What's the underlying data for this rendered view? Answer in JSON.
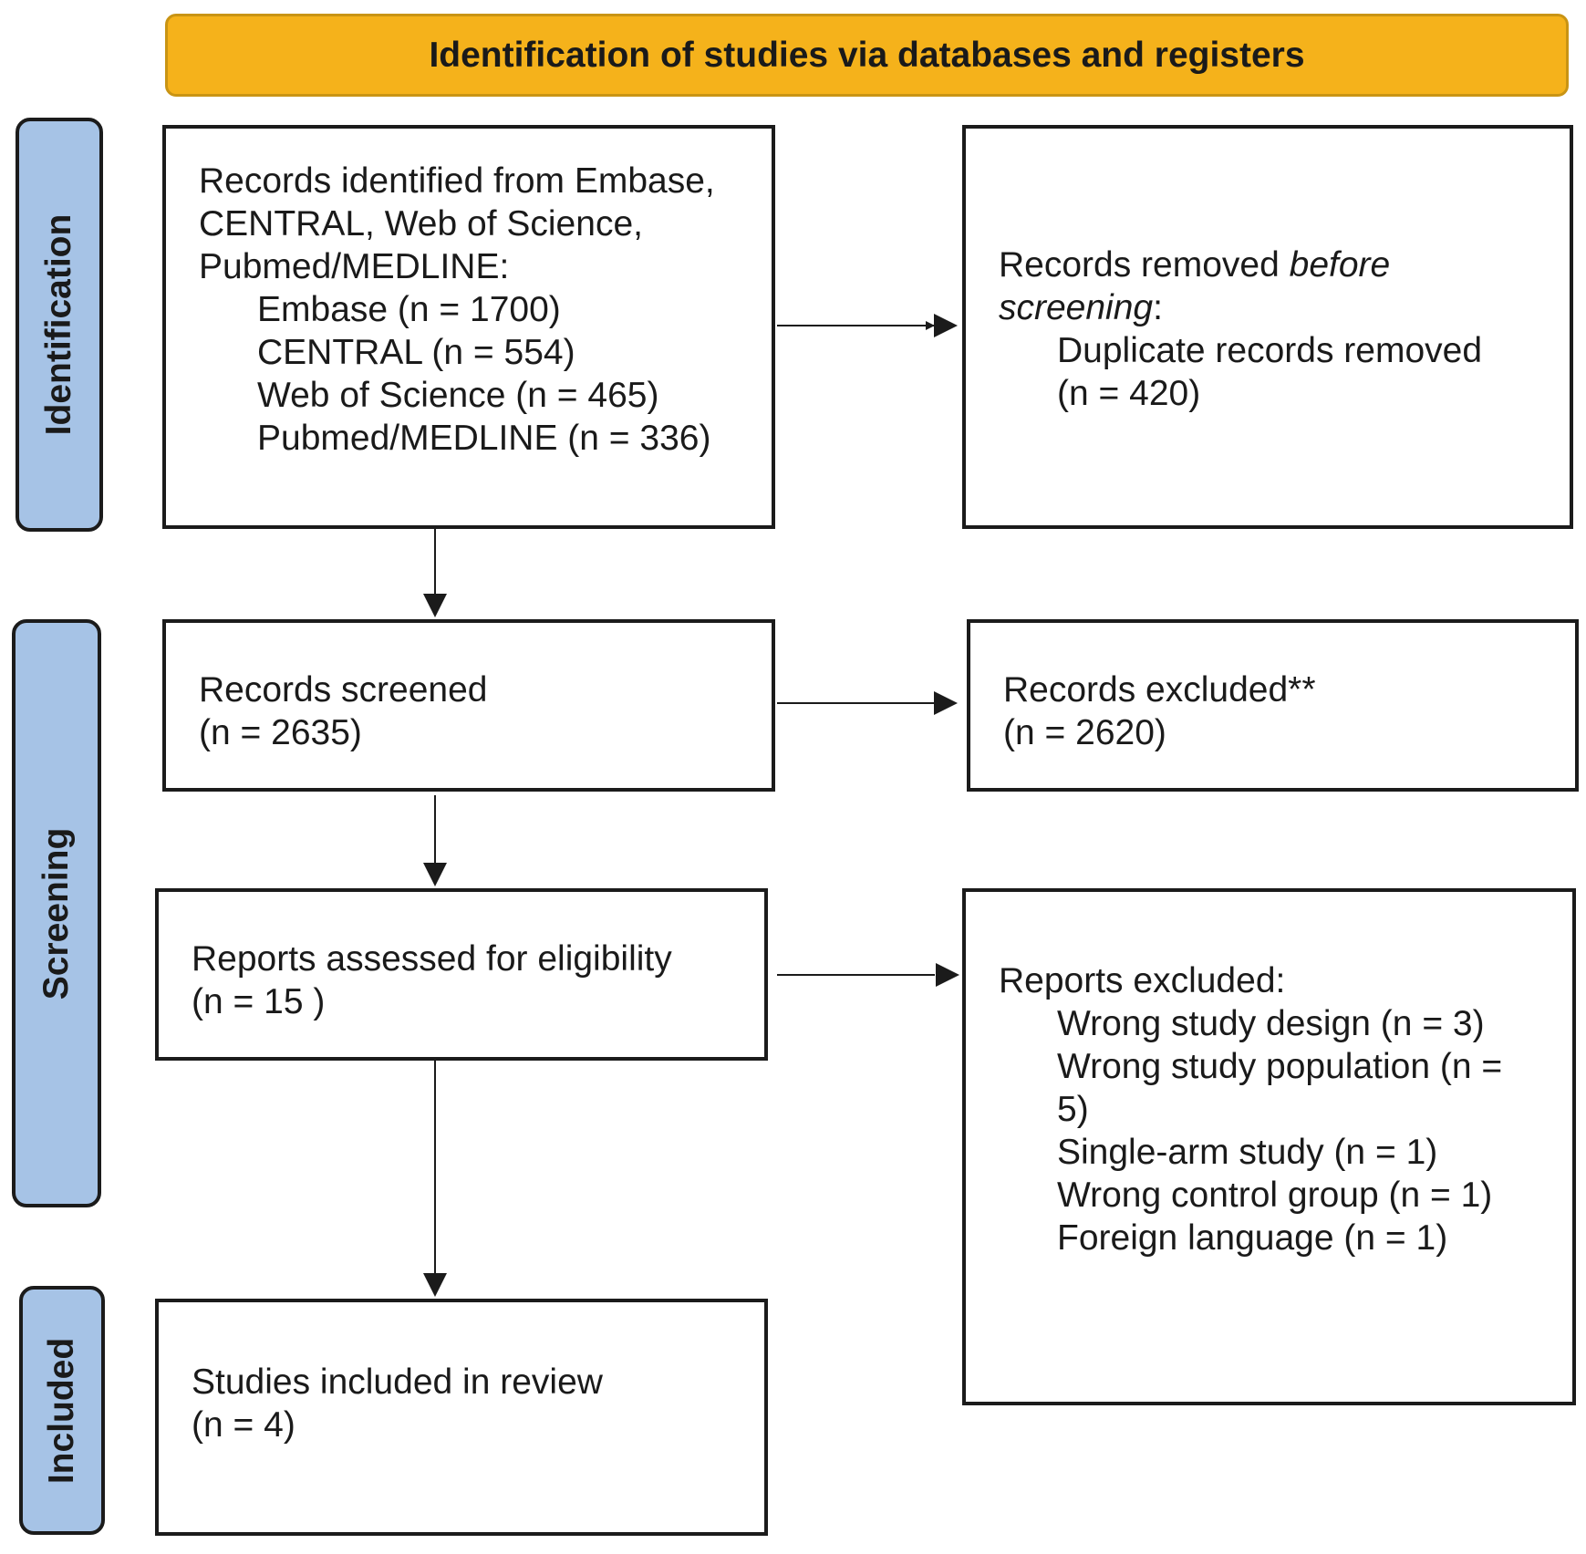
{
  "banner": {
    "title": "Identification of studies via databases and registers"
  },
  "phases": {
    "identification": "Identification",
    "screening": "Screening",
    "included": "Included"
  },
  "boxes": {
    "identified": {
      "lines": [
        "Records identified from Embase,",
        "CENTRAL, Web of Science,",
        "Pubmed/MEDLINE:"
      ],
      "sources": [
        "Embase (n = 1700)",
        "CENTRAL (n = 554)",
        "Web of Science (n = 465)",
        "Pubmed/MEDLINE (n = 336)"
      ]
    },
    "removed": {
      "prefix": "Records removed ",
      "italic1": "before",
      "italic2": "screening",
      "suffix": ":",
      "item1": "Duplicate records removed",
      "item2": "(n = 420)"
    },
    "screened": {
      "label": "Records screened",
      "count": "(n = 2635)"
    },
    "excluded": {
      "label": "Records excluded**",
      "count": "(n = 2620)"
    },
    "assessed": {
      "label": "Reports assessed for eligibility",
      "count": "(n = 15 )"
    },
    "reports_excluded": {
      "label": "Reports excluded:",
      "reasons": [
        "Wrong study design (n = 3)",
        "Wrong study population (n =",
        "5)",
        "Single-arm study (n = 1)",
        "Wrong control group (n = 1)",
        "Foreign language (n = 1)"
      ]
    },
    "included": {
      "label": "Studies included in review",
      "count": "(n = 4)"
    }
  }
}
